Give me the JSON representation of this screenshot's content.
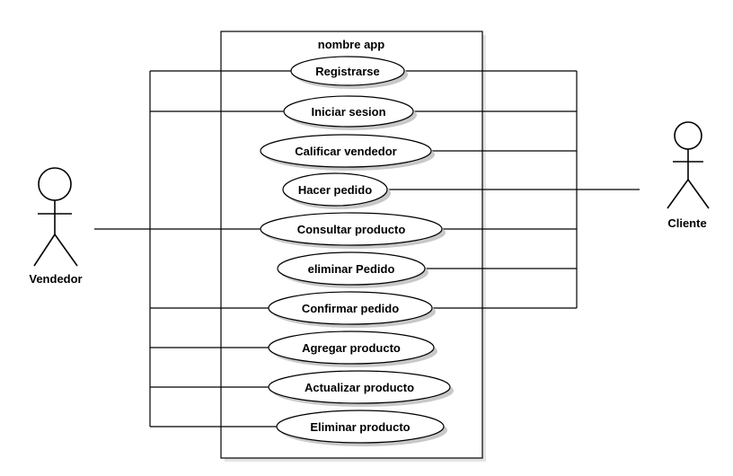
{
  "system": {
    "title": "nombre app"
  },
  "actors": {
    "vendedor": {
      "label": "Vendedor"
    },
    "cliente": {
      "label": "Cliente"
    }
  },
  "use_cases": [
    {
      "id": "registrarse",
      "label": "Registrarse",
      "vendedor": true,
      "cliente": true
    },
    {
      "id": "iniciar-sesion",
      "label": "Iniciar sesion",
      "vendedor": true,
      "cliente": true
    },
    {
      "id": "calificar-vendedor",
      "label": "Calificar vendedor",
      "vendedor": false,
      "cliente": true
    },
    {
      "id": "hacer-pedido",
      "label": "Hacer pedido",
      "vendedor": false,
      "cliente": true
    },
    {
      "id": "consultar-producto",
      "label": "Consultar producto",
      "vendedor": true,
      "cliente": true
    },
    {
      "id": "eliminar-pedido",
      "label": "eliminar Pedido",
      "vendedor": false,
      "cliente": true
    },
    {
      "id": "confirmar-pedido",
      "label": "Confirmar pedido",
      "vendedor": true,
      "cliente": true
    },
    {
      "id": "agregar-producto",
      "label": "Agregar producto",
      "vendedor": true,
      "cliente": false
    },
    {
      "id": "actualizar-producto",
      "label": "Actualizar producto",
      "vendedor": true,
      "cliente": false
    },
    {
      "id": "eliminar-producto",
      "label": "Eliminar producto",
      "vendedor": true,
      "cliente": false
    }
  ]
}
